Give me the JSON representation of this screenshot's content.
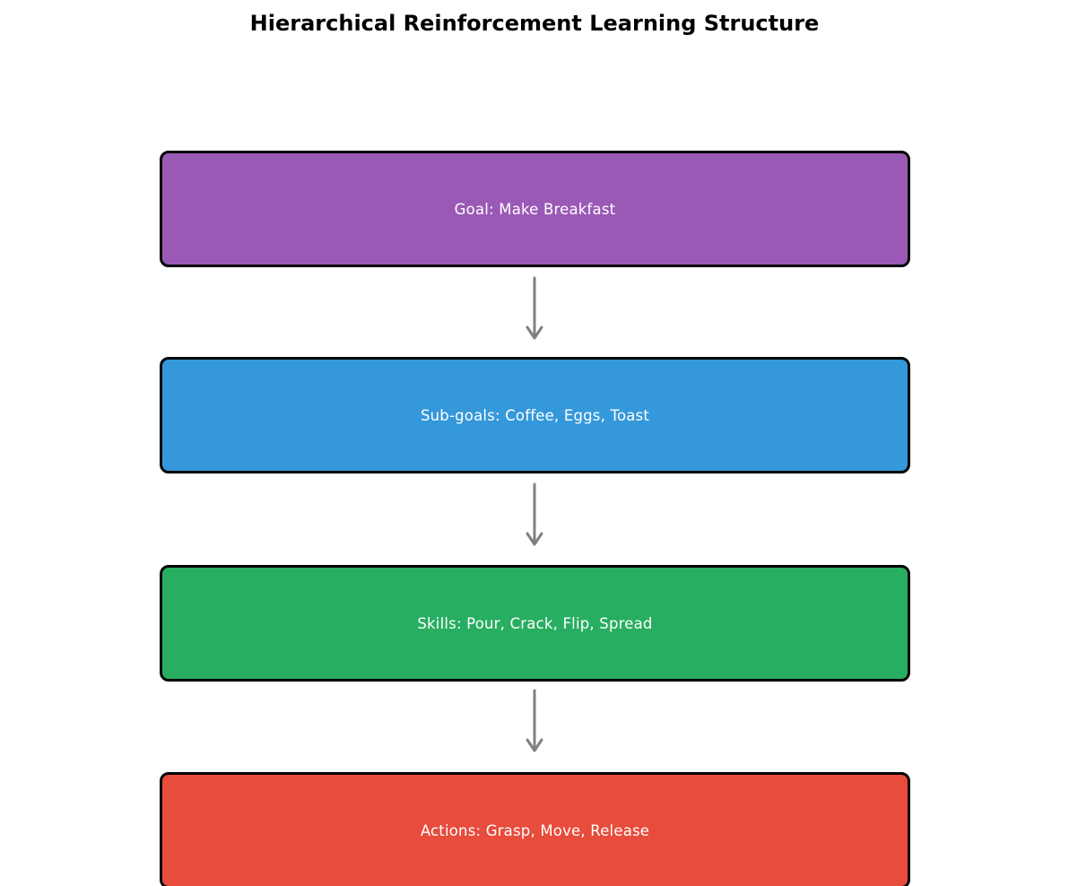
{
  "title": "Hierarchical Reinforcement Learning Structure",
  "diagram": {
    "type": "hierarchy-flow",
    "arrow_color": "#808080",
    "levels": [
      {
        "name": "goal",
        "label": "Goal: Make Breakfast",
        "color": "#9b59b6",
        "text_color": "#ffffff"
      },
      {
        "name": "sub-goals",
        "label": "Sub-goals: Coffee, Eggs, Toast",
        "color": "#3498db",
        "text_color": "#ffffff"
      },
      {
        "name": "skills",
        "label": "Skills: Pour, Crack, Flip, Spread",
        "color": "#27ae60",
        "text_color": "#ffffff"
      },
      {
        "name": "actions",
        "label": "Actions: Grasp, Move, Release",
        "color": "#e74c3c",
        "text_color": "#ffffff"
      }
    ]
  }
}
